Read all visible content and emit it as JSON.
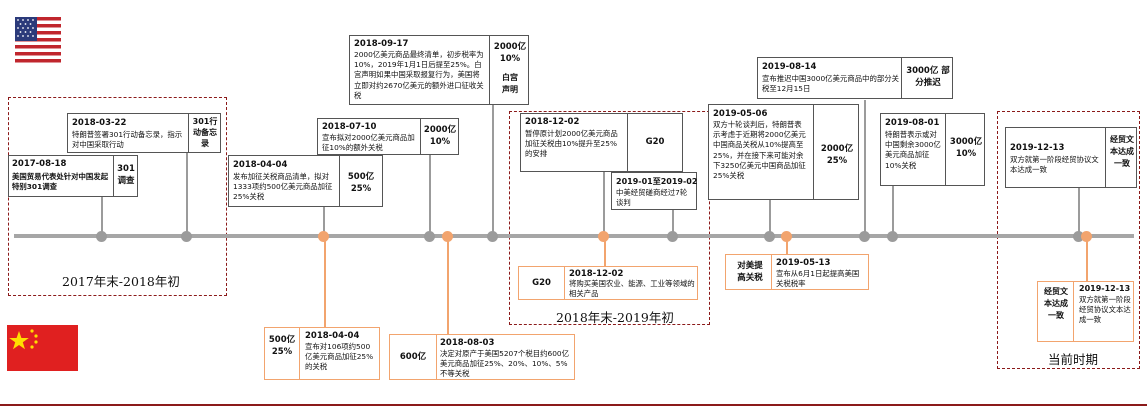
{
  "colors": {
    "us_event": "#9b9b9b",
    "cn_event": "#f2a46e",
    "period_border": "#8b1a1a",
    "timeline": "#a6a6a6"
  },
  "flags": [
    "us-flag-icon",
    "china-flag-icon"
  ],
  "periods": {
    "p1": "2017年末-2018年初",
    "p2": "2018年末-2019年初",
    "p3": "当前时期"
  },
  "us_events": {
    "e20170818": {
      "date": "2017-08-18",
      "text": "美国贸易代表处针对中国发起特别301调查",
      "amount": "301调查"
    },
    "e20180322": {
      "date": "2018-03-22",
      "text": "特朗普签署301行动备忘录，指示对中国采取行动",
      "amount": "301行动备忘录"
    },
    "e20180404": {
      "date": "2018-04-04",
      "text": "发布加征关税商品清单，拟对1333项约500亿美元商品加征25%关税",
      "amount": "500亿 25%"
    },
    "e20180710": {
      "date": "2018-07-10",
      "text": "宣布拟对2000亿美元商品加征10%的额外关税",
      "amount": "2000亿 10%"
    },
    "e20180917": {
      "date": "2018-09-17",
      "text": "2000亿美元商品最终清单，初步税率为10%，2019年1月1日后提至25%。白宫声明如果中国采取报复行为，美国将立即对约2670亿美元的额外进口征收关税",
      "amount1": "2000亿 10%",
      "amount2": "白宫声明"
    },
    "e20181202": {
      "date": "2018-12-02",
      "text": "暂停原计划2000亿美元商品加征关税由10%提升至25%的安排",
      "amount": "G20"
    },
    "e201901": {
      "date": "2019-01至2019-02",
      "text": "中美经贸磋商经过7轮谈判"
    },
    "e20190506": {
      "date": "2019-05-06",
      "text": "双方十轮谈判后，特朗普表示考虑于近期将2000亿美元中国商品关税从10%提高至25%，并在接下来可能对余下3250亿美元中国商品加征25%关税",
      "amount": "2000亿 25%"
    },
    "e20190814": {
      "date": "2019-08-14",
      "text": "宣布推迟中国3000亿美元商品中的部分关税至12月15日",
      "amount": "3000亿 部分推迟"
    },
    "e20190801": {
      "date": "2019-08-01",
      "text": "特朗普表示或对中国剩余3000亿美元商品加征10%关税",
      "amount": "3000亿 10%"
    },
    "e20191213": {
      "date": "2019-12-13",
      "text": "双方就第一阶段经贸协议文本达成一致",
      "amount": "经贸文本达成一致"
    }
  },
  "cn_events": {
    "c20180404": {
      "date": "2018-04-04",
      "text": "宣布对106项约500亿美元商品加征25%的关税",
      "amount": "500亿 25%"
    },
    "c20180803": {
      "date": "2018-08-03",
      "text": "决定对原产于美国5207个税目约600亿美元商品加征25%、20%、10%、5%不等关税",
      "amount": "600亿"
    },
    "c20181202": {
      "date": "2018-12-02",
      "text": "将购买美国农业、能源、工业等领域的相关产品",
      "amount": "G20"
    },
    "c20190513": {
      "date": "2019-05-13",
      "text": "宣布从6月1日起提高美国关税税率",
      "amount": "对美提高关税"
    },
    "c20191213": {
      "date": "2019-12-13",
      "text": "双方就第一阶段经贸协议文本达成一致",
      "amount": "经贸文本达成一致"
    }
  }
}
